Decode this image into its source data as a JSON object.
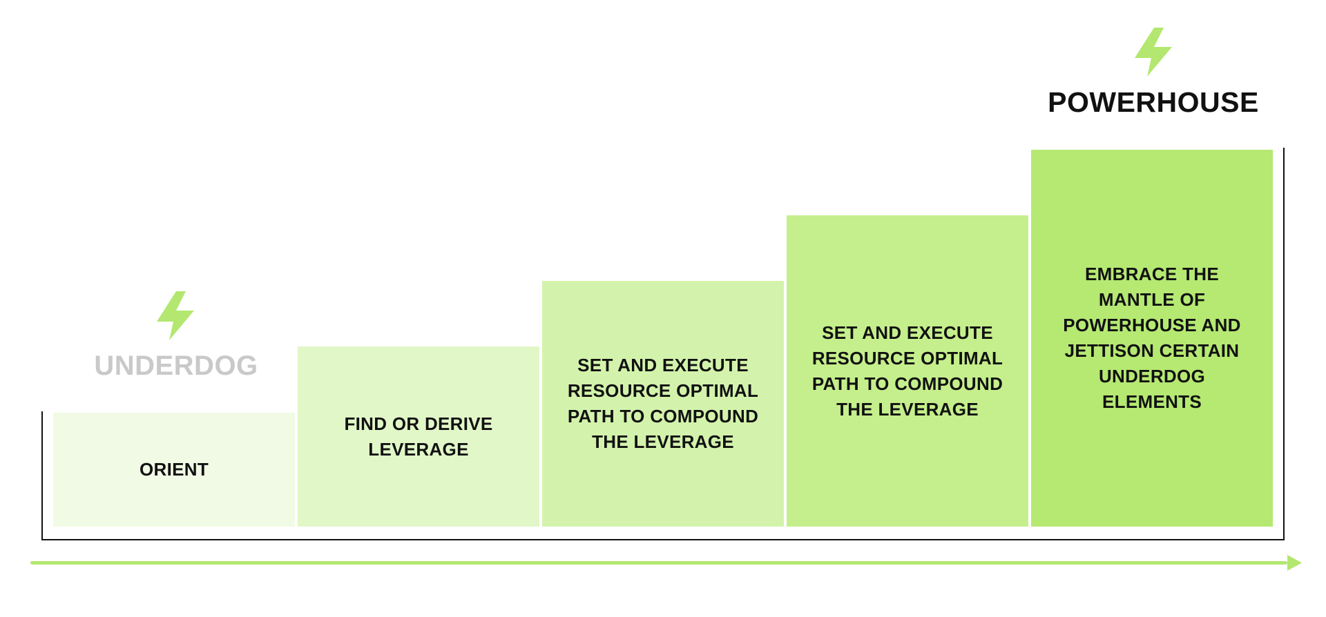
{
  "start": {
    "label": "UNDERDOG",
    "icon": "lightning-bolt-icon",
    "label_color": "#c9c9c9"
  },
  "finish": {
    "label": "POWERHOUSE",
    "icon": "lightning-bolt-icon",
    "label_color": "#111111"
  },
  "colors": {
    "accent": "#b3e76f",
    "step_1": "#f1fae4",
    "step_2": "#e1f7c8",
    "step_3": "#d3f3ac",
    "step_4": "#c5ef8c",
    "step_5": "#b5e972",
    "frame": "#111111"
  },
  "steps": [
    {
      "label": "ORIENT"
    },
    {
      "label": "FIND OR DERIVE LEVERAGE"
    },
    {
      "label": "SET AND EXECUTE RESOURCE OPTIMAL PATH TO COMPOUND THE LEVERAGE"
    },
    {
      "label": "SET AND EXECUTE RESOURCE OPTIMAL PATH TO COMPOUND THE LEVERAGE"
    },
    {
      "label": "EMBRACE THE MANTLE OF POWERHOUSE AND JETTISON CERTAIN UNDERDOG ELEMENTS"
    }
  ]
}
